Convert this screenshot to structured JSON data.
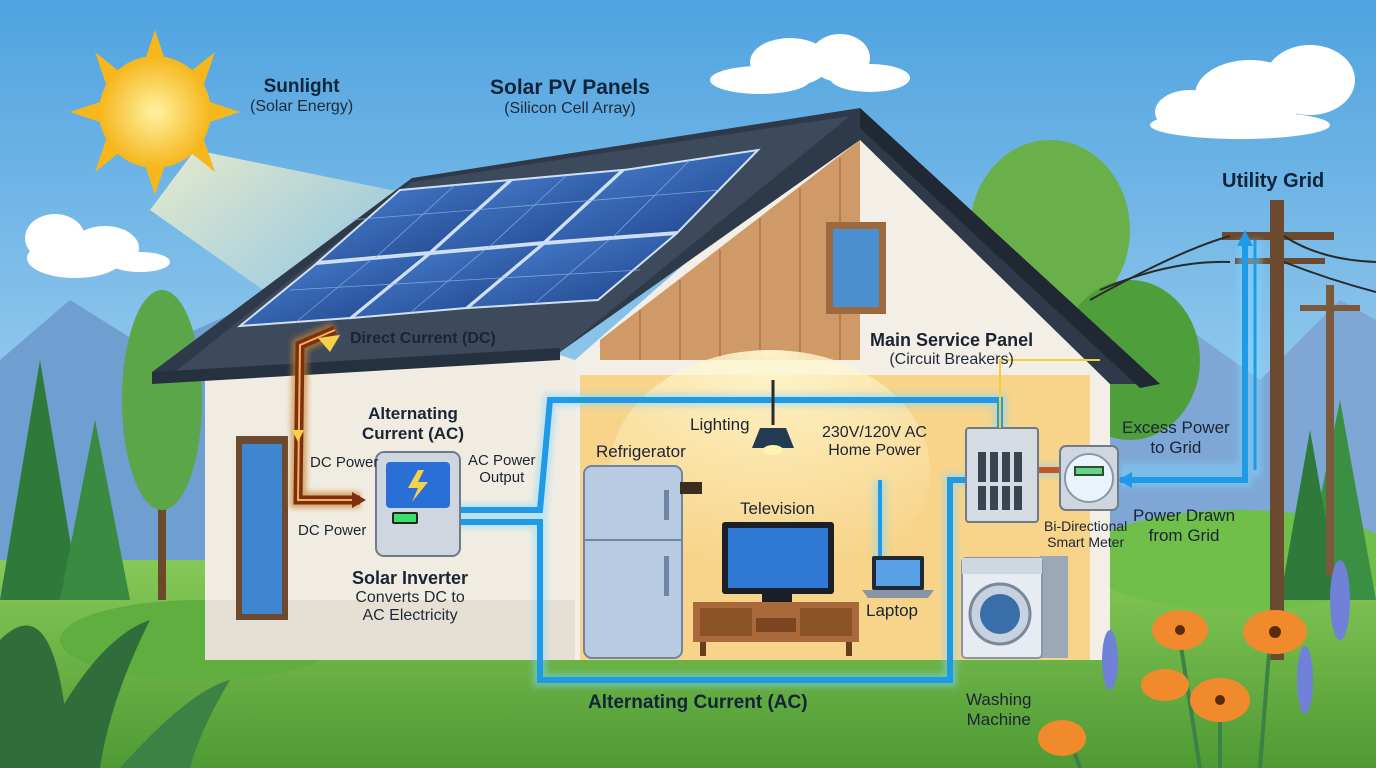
{
  "labels": {
    "sunlight_title": "Sunlight",
    "sunlight_sub": "(Solar Energy)",
    "panels_title": "Solar PV Panels",
    "panels_sub": "(Silicon Cell Array)",
    "dc_label": "Direct Current (DC)",
    "ac_title_line1": "Alternating",
    "ac_title_line2": "Current (AC)",
    "dc_power_top": "DC Power",
    "dc_power_bottom": "DC Power",
    "ac_output_line1": "AC Power",
    "ac_output_line2": "Output",
    "inverter_title": "Solar Inverter",
    "inverter_sub_line1": "Converts DC to",
    "inverter_sub_line2": "AC Electricity",
    "lighting": "Lighting",
    "refrigerator": "Refrigerator",
    "television": "Television",
    "laptop": "Laptop",
    "home_power_line1": "230V/120V AC",
    "home_power_line2": "Home Power",
    "main_panel_title": "Main Service Panel",
    "main_panel_sub": "(Circuit Breakers)",
    "utility_grid": "Utility Grid",
    "excess_line1": "Excess Power",
    "excess_line2": "to Grid",
    "drawn_line1": "Power Drawn",
    "drawn_line2": "from Grid",
    "meter_line1": "Bi-Directional",
    "meter_line2": "Smart Meter",
    "washing_line1": "Washing",
    "washing_line2": "Machine",
    "ac_bottom": "Alternating Current (AC)"
  },
  "colors": {
    "sky_top": "#4fa3e0",
    "sky_bottom": "#cfe9f7",
    "grass": "#6dbb4a",
    "roof": "#2e3a4a",
    "wall": "#f3efe7",
    "interior": "#f8d98a",
    "panel": "#2b5ea8",
    "dc_wire": "#8a3a12",
    "ac_wire": "#33b6ff",
    "sun": "#f6c21c",
    "flower": "#f08a2c"
  }
}
